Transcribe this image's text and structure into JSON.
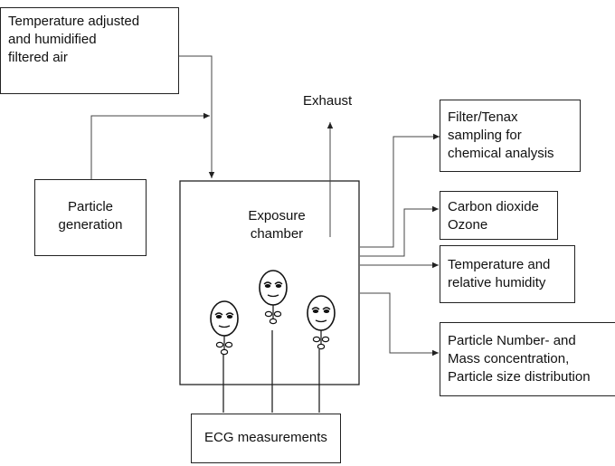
{
  "diagram": {
    "source_box": "Temperature adjusted\nand humidified\nfiltered air",
    "particle_box": "Particle\ngeneration",
    "exhaust": "Exhaust",
    "chamber": "Exposure\nchamber",
    "ecg_box": "ECG measurements",
    "outputs": [
      "Filter/Tenax\nsampling for\nchemical analysis",
      "Carbon dioxide\nOzone",
      "Temperature and\nrelative humidity",
      "Particle Number- and\nMass concentration,\nParticle size distribution"
    ]
  }
}
